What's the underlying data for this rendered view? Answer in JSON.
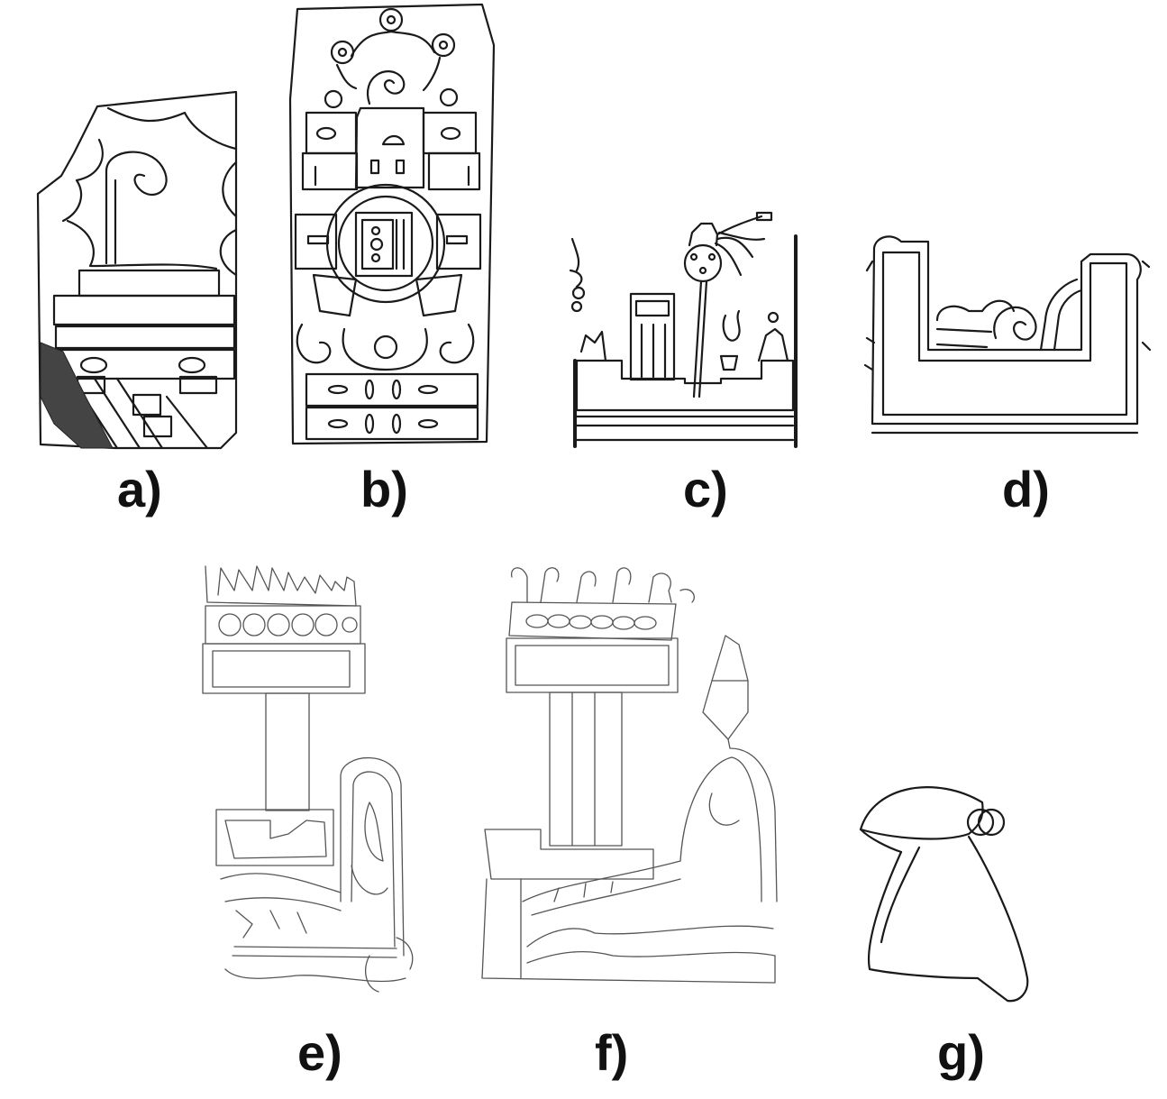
{
  "panels": [
    {
      "id": "a",
      "label": "a)"
    },
    {
      "id": "b",
      "label": "b)"
    },
    {
      "id": "c",
      "label": "c)"
    },
    {
      "id": "d",
      "label": "d)"
    },
    {
      "id": "e",
      "label": "e)"
    },
    {
      "id": "f",
      "label": "f)"
    },
    {
      "id": "g",
      "label": "g)"
    }
  ],
  "colors": {
    "ink": "#1a1a1a",
    "background": "#ffffff"
  }
}
